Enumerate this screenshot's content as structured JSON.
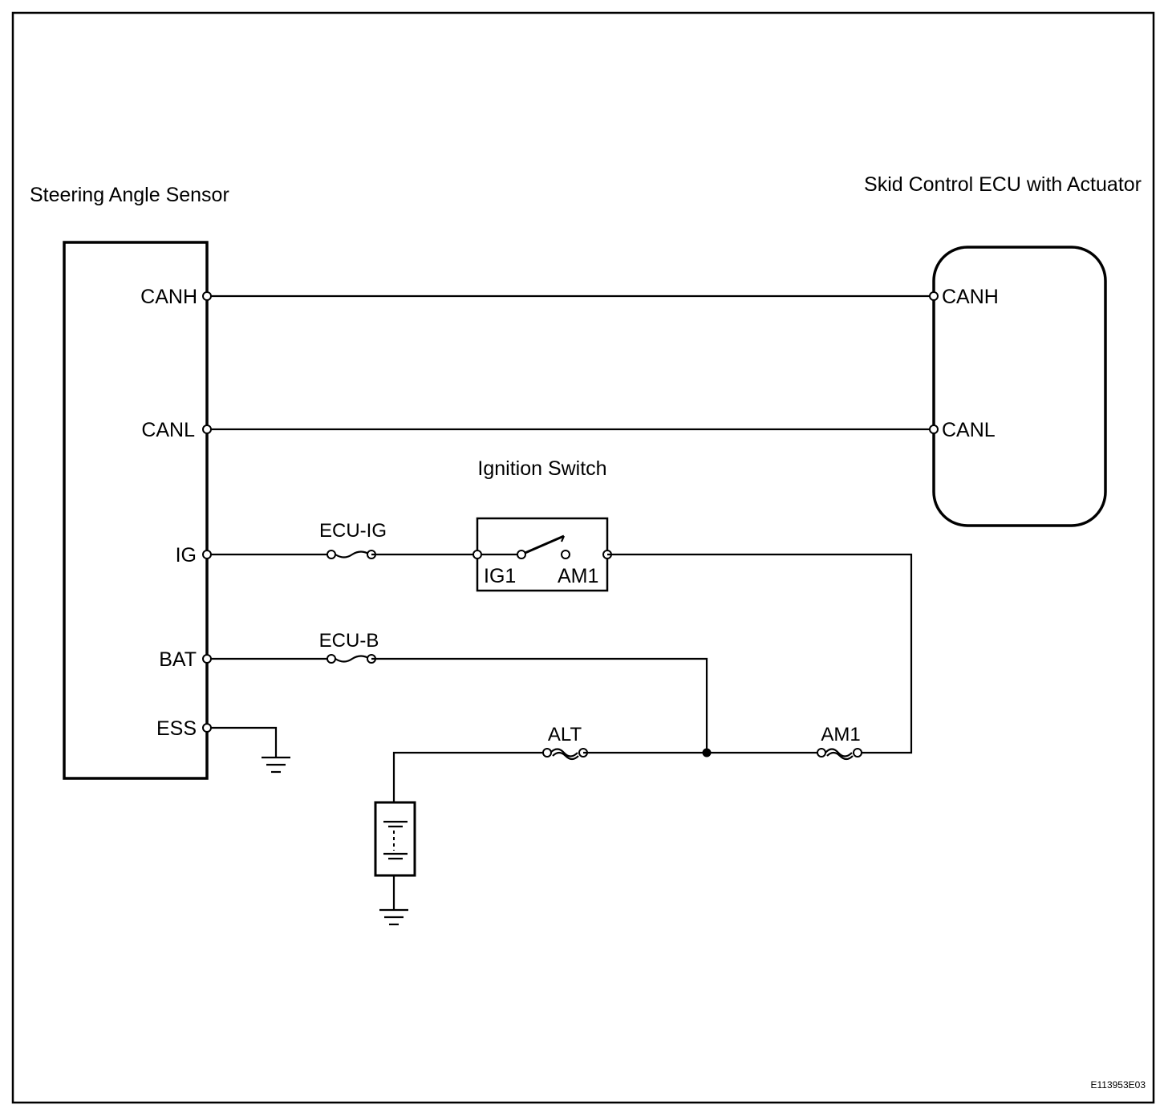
{
  "components": {
    "steering_sensor": {
      "title": "Steering Angle Sensor",
      "pins": {
        "canh": "CANH",
        "canl": "CANL",
        "ig": "IG",
        "bat": "BAT",
        "ess": "ESS"
      }
    },
    "skid_ecu": {
      "title": "Skid Control ECU with Actuator",
      "pins": {
        "canh": "CANH",
        "canl": "CANL"
      }
    },
    "ignition_switch": {
      "title": "Ignition Switch",
      "pins": {
        "ig1": "IG1",
        "am1": "AM1"
      }
    }
  },
  "fuses": {
    "ecu_ig": "ECU-IG",
    "ecu_b": "ECU-B",
    "alt": "ALT",
    "am1": "AM1"
  },
  "figure_id": "E113953E03"
}
